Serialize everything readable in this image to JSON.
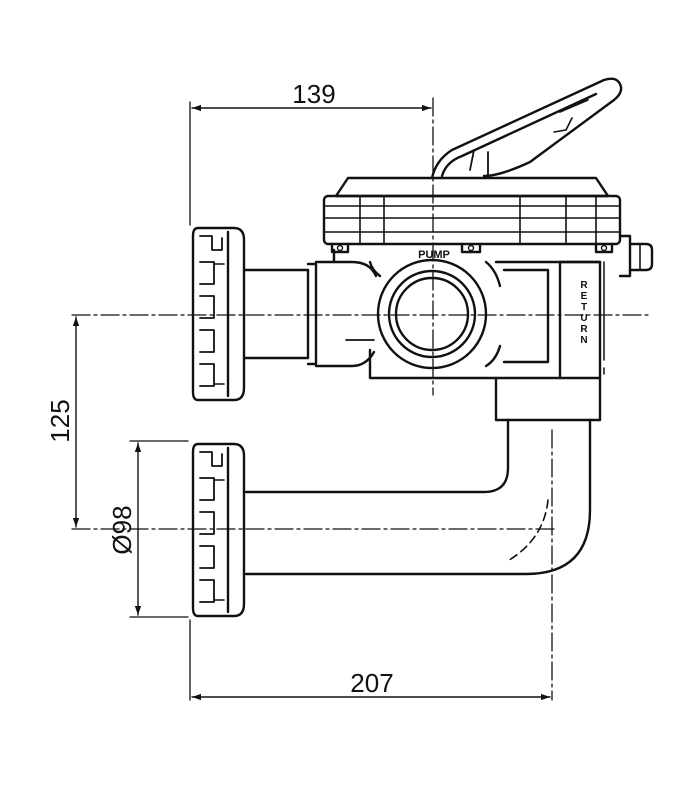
{
  "dimensions": {
    "top_width": "139",
    "vertical_offset": "125",
    "pipe_diameter": "Ø98",
    "bottom_width": "207"
  },
  "labels": {
    "pump": "PUMP",
    "return": "RETURN"
  },
  "colors": {
    "line": "#111111",
    "background": "#ffffff"
  }
}
